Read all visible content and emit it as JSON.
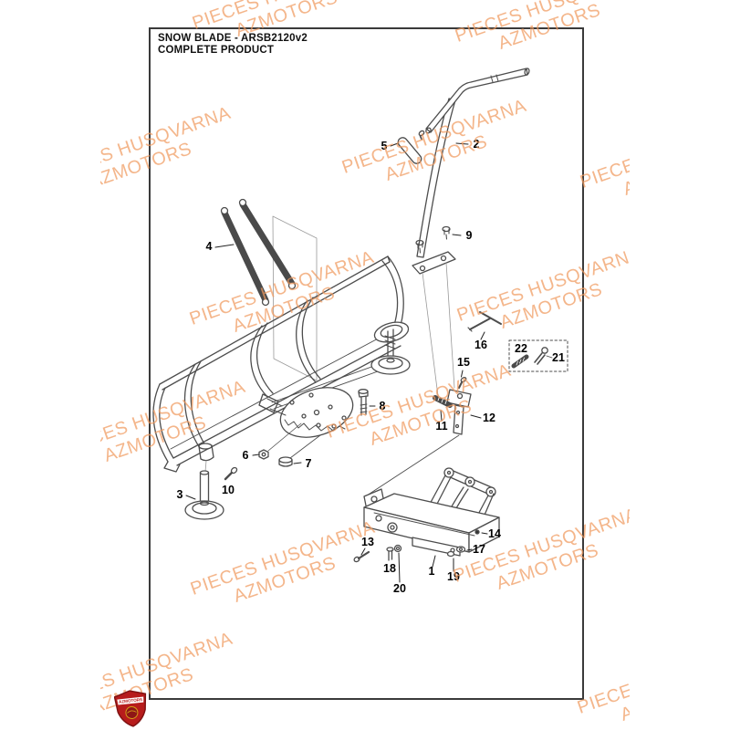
{
  "page": {
    "title_line1": "SNOW BLADE - ARSB2120v2",
    "title_line2": "COMPLETE PRODUCT"
  },
  "watermark": {
    "line1": "PIECES HUSQVARNA",
    "line2": "AZMOTORS",
    "color": "#f09a5f"
  },
  "logo": {
    "text": "AZMOTORS"
  },
  "part_labels": [
    "1",
    "2",
    "3",
    "4",
    "5",
    "6",
    "7",
    "8",
    "9",
    "10",
    "11",
    "12",
    "13",
    "14",
    "15",
    "16",
    "17",
    "18",
    "19",
    "20",
    "21",
    "22"
  ]
}
